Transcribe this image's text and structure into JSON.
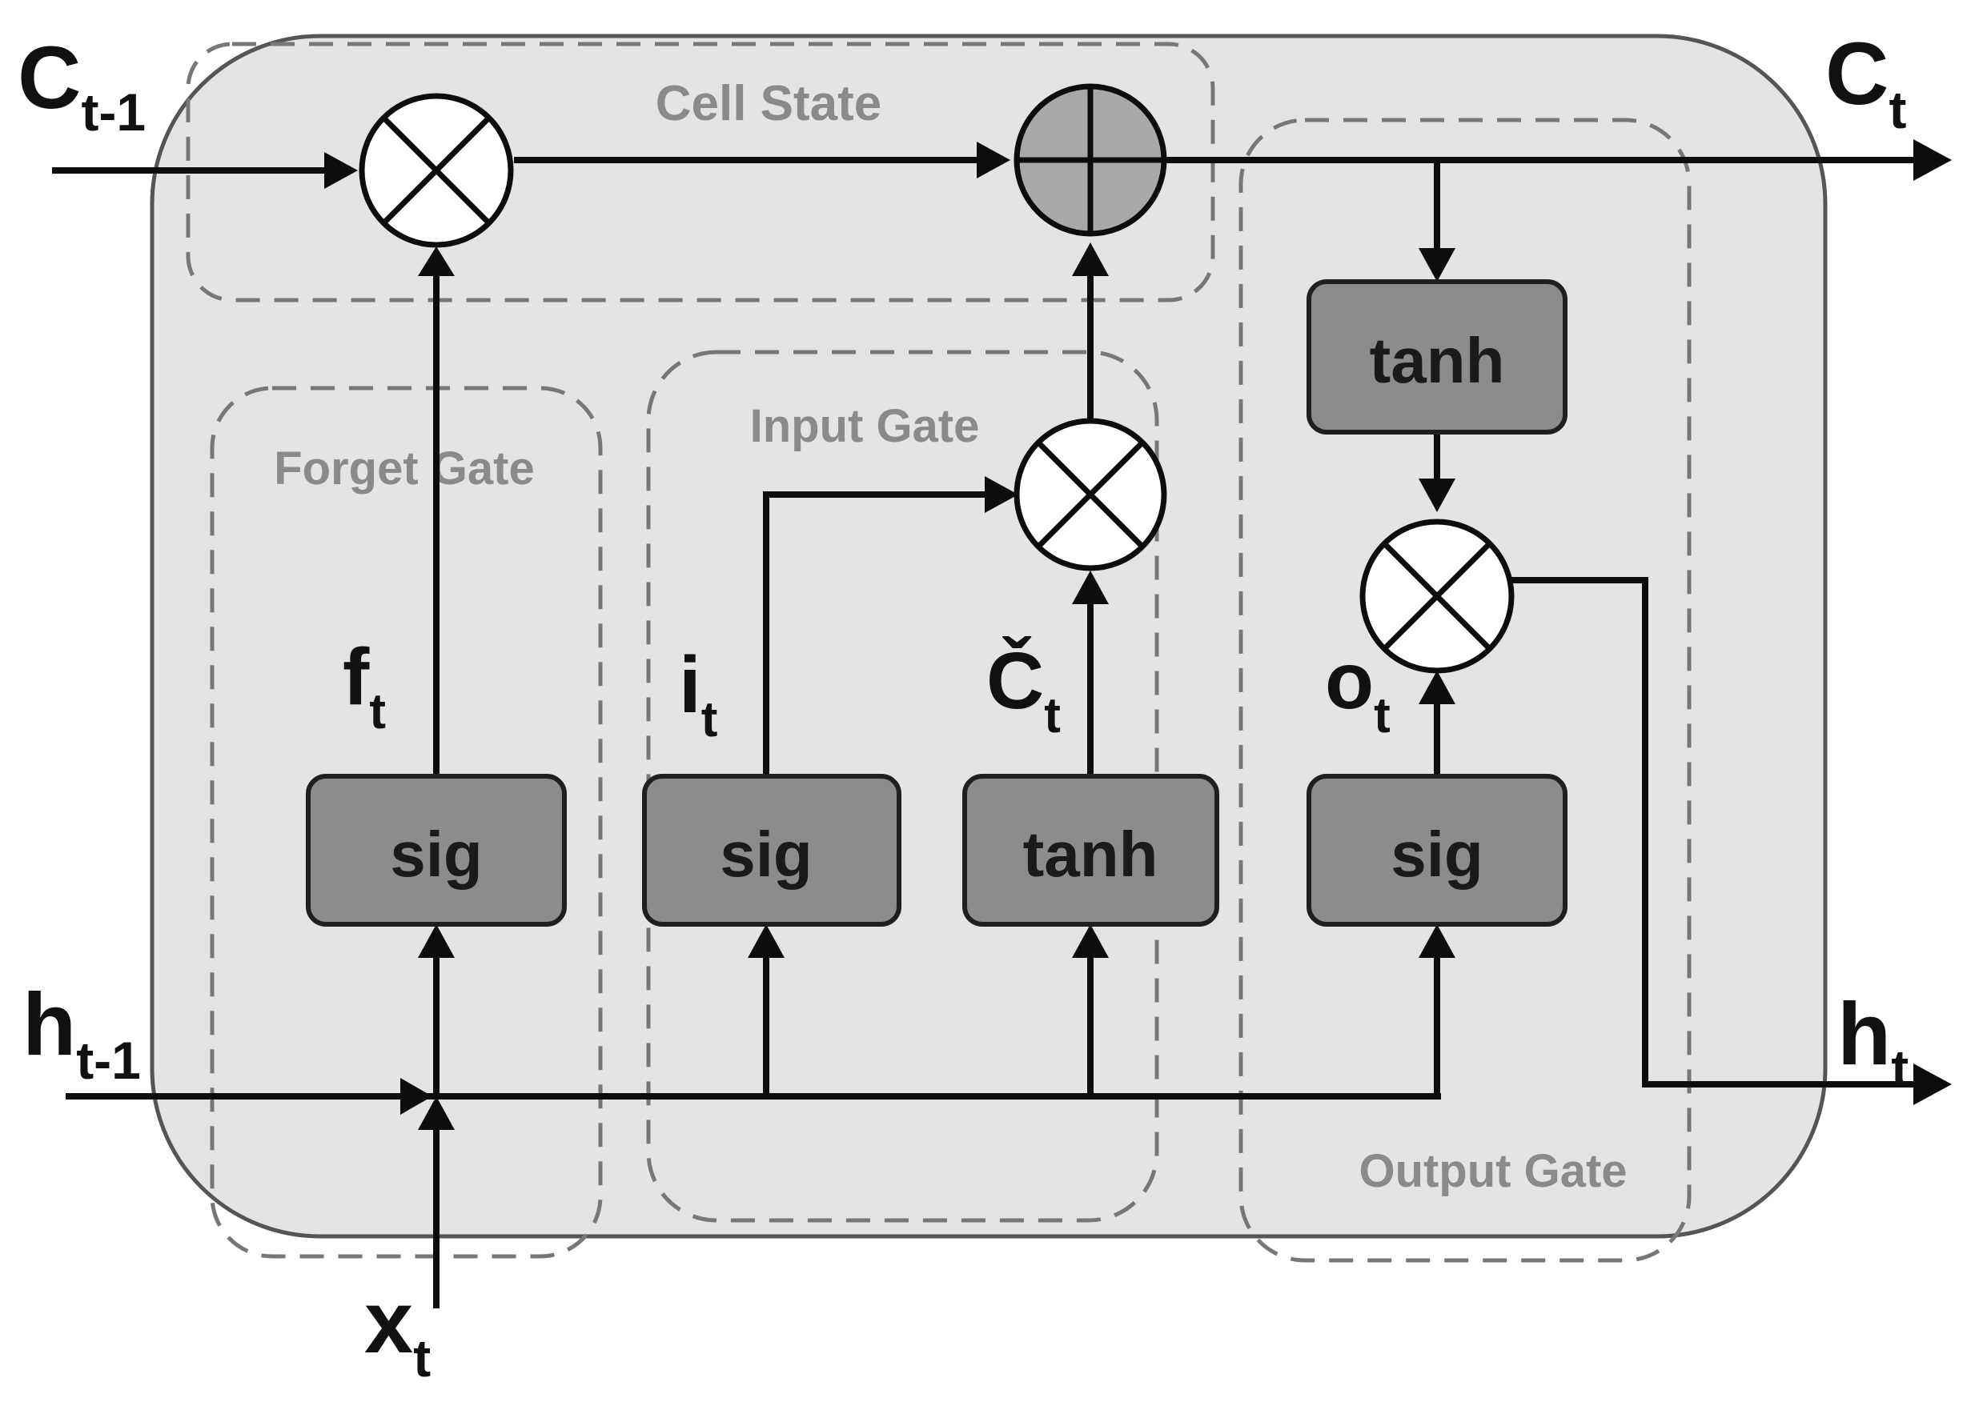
{
  "diagram": {
    "inputs": {
      "cell_prev": {
        "main": "C",
        "sub": "t-1"
      },
      "hidden_prev": {
        "main": "h",
        "sub": "t-1"
      },
      "input_x": {
        "main": "x",
        "sub": "t"
      }
    },
    "outputs": {
      "cell_out": {
        "main": "C",
        "sub": "t"
      },
      "hidden_out": {
        "main": "h",
        "sub": "t"
      }
    },
    "regions": {
      "cell_state": "Cell State",
      "forget_gate": "Forget Gate",
      "input_gate": "Input Gate",
      "output_gate": "Output Gate"
    },
    "gates": {
      "forget_sig": "sig",
      "input_sig": "sig",
      "candidate_tanh": "tanh",
      "output_sig": "sig",
      "output_tanh": "tanh"
    },
    "signals": {
      "forget": {
        "main": "f",
        "sub": "t"
      },
      "input": {
        "main": "i",
        "sub": "t"
      },
      "candidate": {
        "main": "Č",
        "sub": "t"
      },
      "output": {
        "main": "o",
        "sub": "t"
      }
    },
    "colors": {
      "cell_background": "#e4e4e4",
      "gate_box": "#8c8c8c",
      "adder_fill": "#a9a9a9",
      "region_label": "#8a8a8a"
    }
  }
}
